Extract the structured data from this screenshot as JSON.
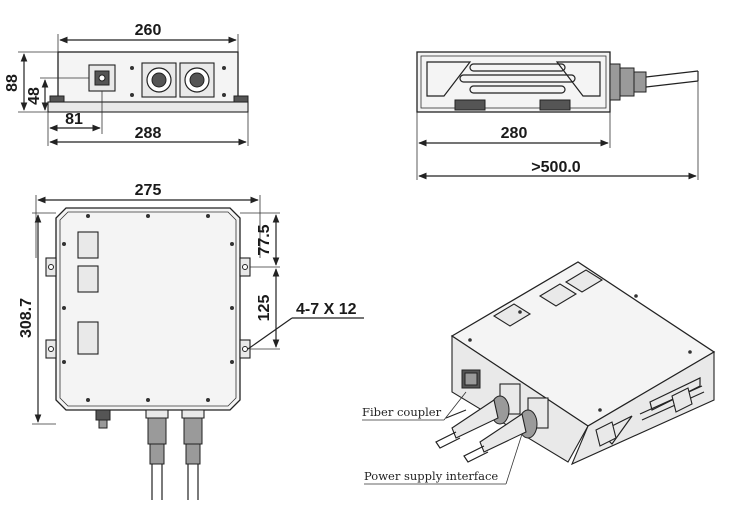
{
  "dimensions": {
    "front_top_width": "260",
    "front_height": "88",
    "front_connector_height": "48",
    "front_connector_offset": "81",
    "front_base_width": "288",
    "side_length": "280",
    "side_total_length": ">500.0",
    "top_width": "275",
    "top_height": "308.7",
    "top_hole_spacing_1": "77.5",
    "top_hole_spacing_2": "125",
    "mounting_holes": "4-7 X 12"
  },
  "labels": {
    "fiber_coupler": "Fiber coupler",
    "power_supply_interface": "Power supply interface"
  }
}
